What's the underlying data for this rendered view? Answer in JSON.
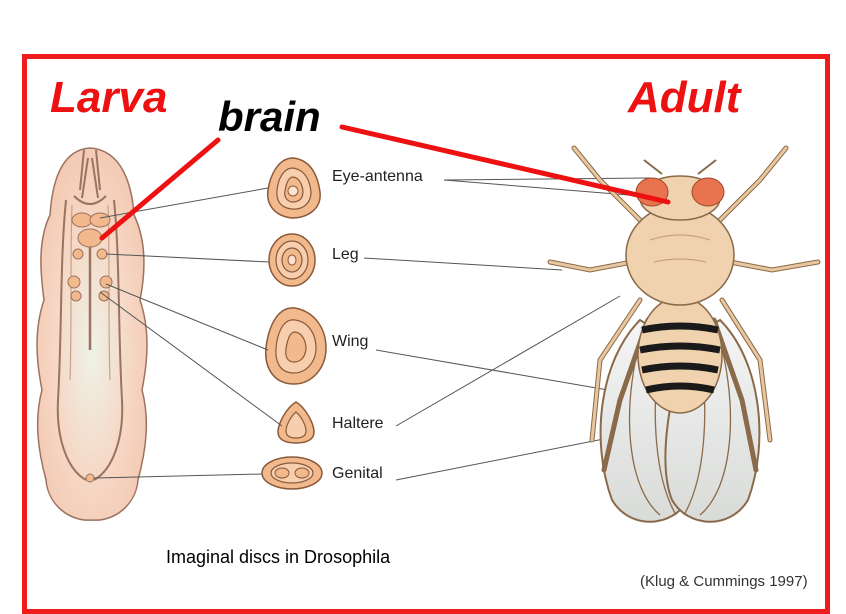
{
  "figure": {
    "title_larva": "Larva",
    "title_adult": "Adult",
    "brain_label": "brain",
    "discs": [
      {
        "name": "eye-antenna",
        "label": "Eye-antenna"
      },
      {
        "name": "leg",
        "label": "Leg"
      },
      {
        "name": "wing",
        "label": "Wing"
      },
      {
        "name": "haltere",
        "label": "Haltere"
      },
      {
        "name": "genital",
        "label": "Genital"
      }
    ],
    "caption": "Imaginal discs in Drosophila",
    "credit": "(Klug & Cummings 1997)"
  },
  "colors": {
    "frame": "#ee1c1c",
    "disc_fill": "#f2b98d",
    "disc_ring": "#8a5a3a",
    "larva_fill": "#f6d3bf",
    "fly_fill": "#f1d2ae",
    "eye": "#e9734e"
  }
}
